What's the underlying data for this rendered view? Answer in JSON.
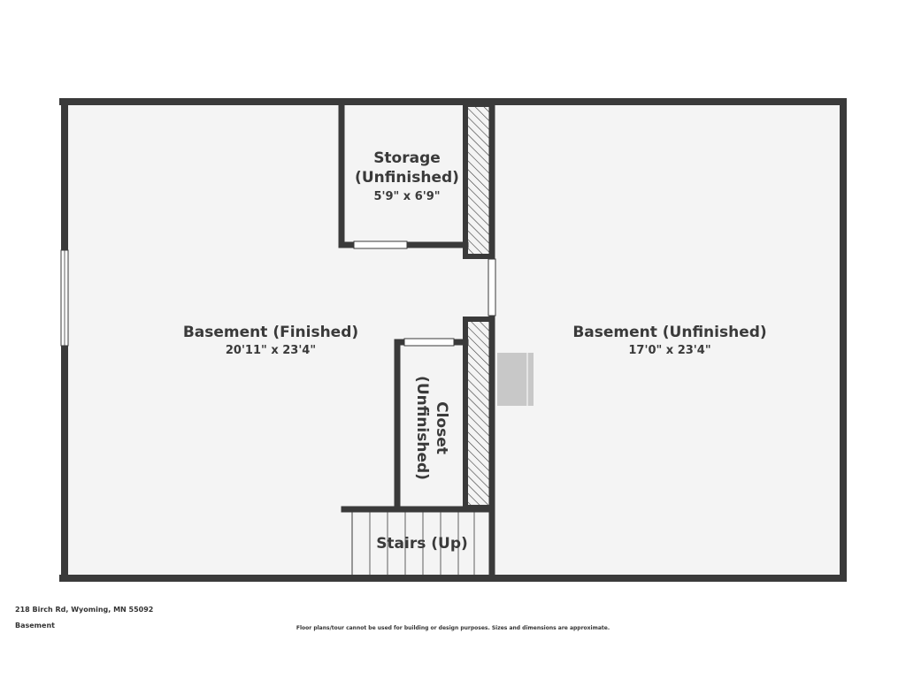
{
  "rooms": {
    "finished": {
      "name": "Basement (Finished)",
      "dims": "20'11\" x 23'4\""
    },
    "unfinished": {
      "name": "Basement (Unfinished)",
      "dims": "17'0\" x 23'4\""
    },
    "storage": {
      "name_line1": "Storage",
      "name_line2": "(Unfinished)",
      "dims": "5'9\" x 6'9\""
    },
    "closet": {
      "name_line1": "Closet",
      "name_line2": "(Unfinished)"
    },
    "stairs": {
      "name": "Stairs (Up)"
    }
  },
  "footer": {
    "address": "218 Birch Rd, Wyoming, MN 55092",
    "floor": "Basement",
    "disclaimer": "Floor plans/tour cannot be used for building or design purposes. Sizes and dimensions are approximate."
  },
  "colors": {
    "wall": "#3a3a3a",
    "floor": "#f4f4f4",
    "fixture": "#c8c8c8"
  }
}
